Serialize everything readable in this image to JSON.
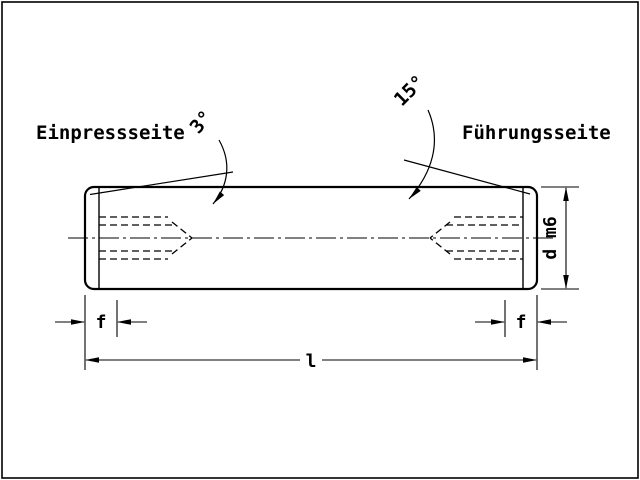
{
  "drawing": {
    "background": "#ffffff",
    "line_color": "#000000",
    "labels": {
      "press_in_side": "Einpressseite",
      "guide_side": "Führungsseite",
      "angle_left": "3°",
      "angle_right": "15°",
      "dim_f_left": "f",
      "dim_f_right": "f",
      "dim_length": "l",
      "dim_diameter": "d m6"
    }
  }
}
